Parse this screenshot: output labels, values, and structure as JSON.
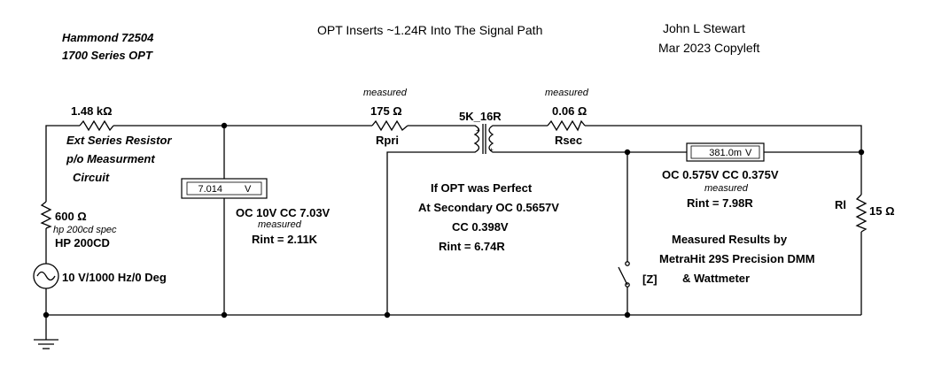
{
  "title_block": {
    "model_line1": "Hammond 72504",
    "model_line2": "1700 Series OPT",
    "headline": "OPT Inserts ~1.24R Into The Signal Path",
    "author": "John L Stewart",
    "date_line": "Mar 2023 Copyleft"
  },
  "source": {
    "series_r_value": "1.48 kΩ",
    "series_r_note1": "Ext Series Resistor",
    "series_r_note2": "p/o Measurment",
    "series_r_note3": "Circuit",
    "src_r_value": "600 Ω",
    "src_r_spec": "hp 200cd spec",
    "src_model": "HP 200CD",
    "ac_source": "10 V/1000 Hz/0 Deg"
  },
  "primary_meter": {
    "reading": "7.014",
    "unit": "V",
    "oc_cc": "OC 10V CC 7.03V",
    "measured_tag": "measured",
    "rint": "Rint = 2.11K"
  },
  "rpri": {
    "measured_tag": "measured",
    "value": "175 Ω",
    "name": "Rpri"
  },
  "transformer": {
    "name": "5K_16R",
    "dot_plus_left": "+",
    "dot_plus_right": "+"
  },
  "rsec": {
    "measured_tag": "measured",
    "value": "0.06 Ω",
    "name": "Rsec"
  },
  "secondary_meter": {
    "reading": "381.0m",
    "unit": "V",
    "oc_cc": "OC 0.575V  CC 0.375V",
    "measured_tag": "measured",
    "rint": "Rint = 7.98R"
  },
  "perfect_note": {
    "line1": "If OPT was Perfect",
    "line2": "At Secondary OC 0.5657V",
    "line3": "CC 0.398V",
    "line4": "Rint = 6.74R"
  },
  "load": {
    "name": "Rl",
    "value": "15 Ω"
  },
  "switch": {
    "key": "[Z]"
  },
  "results_note": {
    "line1": "Measured Results by",
    "line2": "MetraHit 29S Precision DMM",
    "line3": "& Wattmeter"
  }
}
